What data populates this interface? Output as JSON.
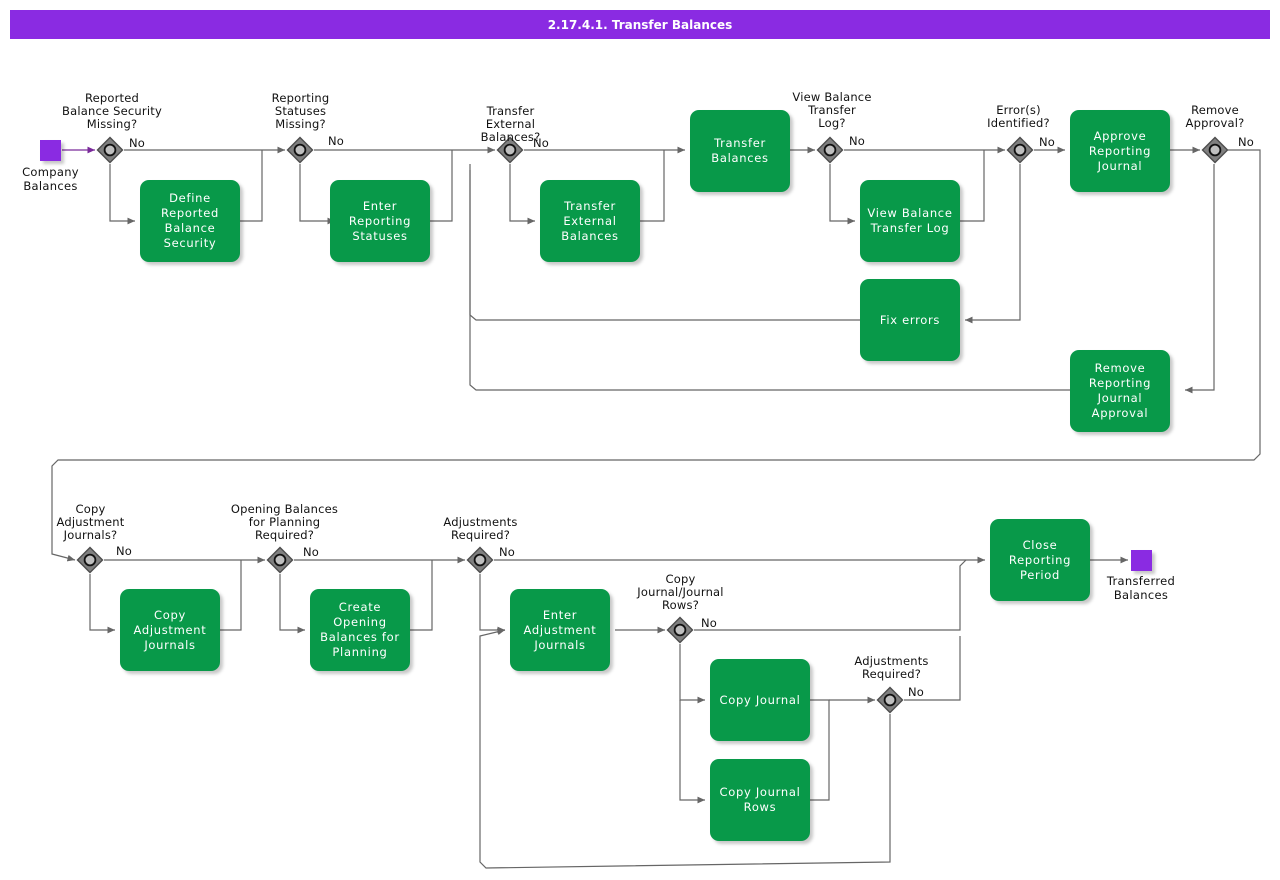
{
  "header": {
    "title": "2.17.4.1. Transfer Balances",
    "bar_color": "#8a2be2",
    "text_color": "#ffffff"
  },
  "palette": {
    "task_fill": "#089949",
    "task_text": "#ffffff",
    "event_fill": "#8a2be2",
    "gateway_fill": "#808080",
    "connector": "#666666",
    "start_connector": "#7a2a9a"
  },
  "events": [
    {
      "id": "start",
      "name": "company-balances-start-event",
      "label": "Company\nBalances"
    },
    {
      "id": "end",
      "name": "transferred-balances-end-event",
      "label": "Transferred\nBalances"
    }
  ],
  "gateways": [
    {
      "id": "gw1",
      "name": "reported-balance-security-missing-gateway",
      "label": "Reported\nBalance Security\nMissing?",
      "branch": "No"
    },
    {
      "id": "gw2",
      "name": "reporting-statuses-missing-gateway",
      "label": "Reporting\nStatuses\nMissing?",
      "branch": "No"
    },
    {
      "id": "gw3",
      "name": "transfer-external-balances-gateway",
      "label": "Transfer\nExternal\nBalances?",
      "branch": "No"
    },
    {
      "id": "gw4",
      "name": "view-balance-transfer-log-gateway",
      "label": "View Balance\nTransfer\nLog?",
      "branch": "No"
    },
    {
      "id": "gw5",
      "name": "errors-identified-gateway",
      "label": "Error(s)\nIdentified?",
      "branch": "No"
    },
    {
      "id": "gw6",
      "name": "remove-approval-gateway",
      "label": "Remove\nApproval?",
      "branch": "No"
    },
    {
      "id": "gw7",
      "name": "copy-adjustment-journals-gateway",
      "label": "Copy\nAdjustment\nJournals?",
      "branch": "No"
    },
    {
      "id": "gw8",
      "name": "opening-balances-for-planning-required-gateway",
      "label": "Opening Balances\nfor Planning\nRequired?",
      "branch": "No"
    },
    {
      "id": "gw9",
      "name": "adjustments-required-gateway",
      "label": "Adjustments\nRequired?",
      "branch": "No"
    },
    {
      "id": "gw10",
      "name": "copy-journal-journal-rows-gateway",
      "label": "Copy\nJournal/Journal\nRows?",
      "branch": "No"
    },
    {
      "id": "gw11",
      "name": "adjustments-required-gateway-2",
      "label": "Adjustments\nRequired?",
      "branch": "No"
    }
  ],
  "tasks": [
    {
      "id": "t1",
      "name": "task-define-reported-balance-security",
      "label": "Define Reported\nBalance Security"
    },
    {
      "id": "t2",
      "name": "task-enter-reporting-statuses",
      "label": "Enter Reporting\nStatuses"
    },
    {
      "id": "t3",
      "name": "task-transfer-external-balances",
      "label": "Transfer\nExternal\nBalances"
    },
    {
      "id": "t4",
      "name": "task-transfer-balances",
      "label": "Transfer\nBalances"
    },
    {
      "id": "t5",
      "name": "task-view-balance-transfer-log",
      "label": "View Balance\nTransfer Log"
    },
    {
      "id": "t6",
      "name": "task-fix-errors",
      "label": "Fix errors"
    },
    {
      "id": "t7",
      "name": "task-approve-reporting-journal",
      "label": "Approve\nReporting\nJournal"
    },
    {
      "id": "t8",
      "name": "task-remove-reporting-journal-approval",
      "label": "Remove\nReporting\nJournal Approval"
    },
    {
      "id": "t9",
      "name": "task-copy-adjustment-journals",
      "label": "Copy\nAdjustment\nJournals"
    },
    {
      "id": "t10",
      "name": "task-create-opening-balances-for-planning",
      "label": "Create Opening\nBalances for\nPlanning"
    },
    {
      "id": "t11",
      "name": "task-enter-adjustment-journals",
      "label": "Enter\nAdjustment\nJournals"
    },
    {
      "id": "t12",
      "name": "task-copy-journal",
      "label": "Copy Journal"
    },
    {
      "id": "t13",
      "name": "task-copy-journal-rows",
      "label": "Copy Journal\nRows"
    },
    {
      "id": "t14",
      "name": "task-close-reporting-period",
      "label": "Close Reporting\nPeriod"
    }
  ]
}
